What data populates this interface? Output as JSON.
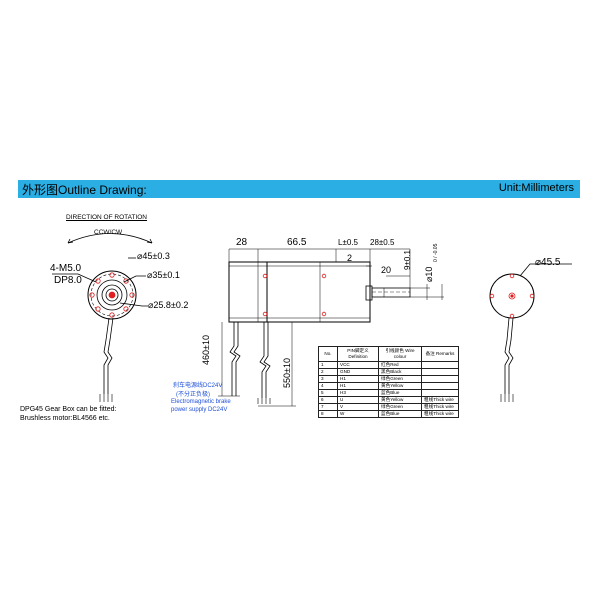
{
  "header": {
    "title": "外形图Outline Drawing:",
    "unit": "Unit:Millimeters",
    "color": "#2aaee3"
  },
  "rotation": {
    "title": "DIRECTION OF ROTATION",
    "value": "CCW/CW"
  },
  "front_view": {
    "thread": "4-M5.0",
    "depth": "DP8.0",
    "pcd": "⌀45±0.3",
    "pilot": "⌀35±0.1",
    "shaft_circle": "⌀25.8±0.2"
  },
  "side_view": {
    "dim_28": "28",
    "dim_66_5": "66.5",
    "dim_l": "L±0.5",
    "dim_shaft_len": "28±0.5",
    "dim_2": "2",
    "dim_20": "20",
    "dim_9": "9±0.1",
    "dim_shaft_dia": "⌀10",
    "dim_shaft_tol": "0 / -0.05",
    "lead_brake": "460±10",
    "lead_main": "550±10"
  },
  "brake_note": {
    "cn_line1": "刹车电源线DC24V",
    "cn_line2": "(不分正负极)",
    "en_line1": "Electromagnetic brake",
    "en_line2": "power supply DC24V"
  },
  "rear_view": {
    "diameter": "⌀45.5"
  },
  "gearbox_note": {
    "line1": "DPG45 Gear Box can be fitted:",
    "line2": "Brushless motor:BL4566 etc."
  },
  "pin_table": {
    "headers": [
      "No.",
      "PIN脚定义 Definition",
      "引线颜色 Wire colour",
      "备注 Remarks"
    ],
    "rows": [
      [
        "1",
        "VCC",
        "红色Red",
        ""
      ],
      [
        "2",
        "GND",
        "黑色Black",
        ""
      ],
      [
        "3",
        "H1",
        "绿色Green",
        ""
      ],
      [
        "4",
        "H1",
        "黄色Yellow",
        ""
      ],
      [
        "5",
        "H3",
        "蓝色Blue",
        ""
      ],
      [
        "6",
        "U",
        "黄色Yellow",
        "粗线Thick wire"
      ],
      [
        "7",
        "V",
        "绿色Green",
        "粗线Thick wire"
      ],
      [
        "8",
        "W",
        "蓝色Blue",
        "粗线Thick wire"
      ]
    ]
  },
  "colors": {
    "accent": "#2aaee3",
    "lead_red": "#e02020",
    "note_blue": "#1f4fd8"
  }
}
